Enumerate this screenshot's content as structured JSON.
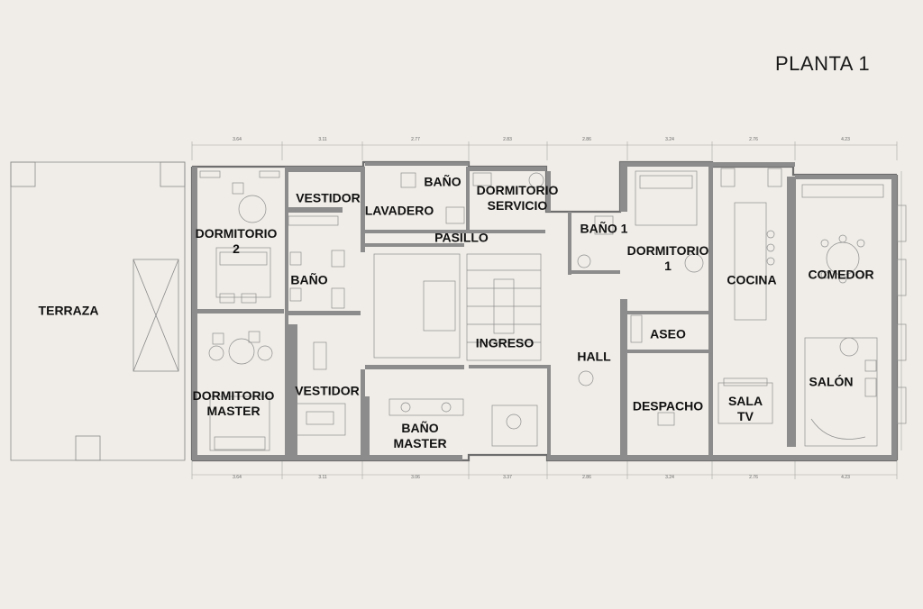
{
  "title": "PLANTA 1",
  "rooms": [
    {
      "name": "TERRAZA"
    },
    {
      "name": "DORMITORIO\n2"
    },
    {
      "name": "DORMITORIO\nMASTER"
    },
    {
      "name": "VESTIDOR"
    },
    {
      "name": "BAÑO"
    },
    {
      "name": "VESTIDOR"
    },
    {
      "name": "LAVADERO"
    },
    {
      "name": "BAÑO"
    },
    {
      "name": "PASILLO"
    },
    {
      "name": "DORMITORIO\nSERVICIO"
    },
    {
      "name": "BAÑO\nMASTER"
    },
    {
      "name": "INGRESO"
    },
    {
      "name": "BAÑO 1"
    },
    {
      "name": "HALL"
    },
    {
      "name": "DORMITORIO\n1"
    },
    {
      "name": "ASEO"
    },
    {
      "name": "DESPACHO"
    },
    {
      "name": "COCINA"
    },
    {
      "name": "SALA\nTV"
    },
    {
      "name": "COMEDOR"
    },
    {
      "name": "SALÓN"
    }
  ],
  "dimensions": {
    "top": [
      "3.64",
      "3.11",
      "2.77",
      "2.83",
      "2.86",
      "3.24",
      "2.76",
      "4.23"
    ],
    "bottom": [
      "3.64",
      "3.11",
      "3.06",
      "3.37",
      "2.86",
      "3.24",
      "2.76",
      "4.23"
    ]
  },
  "colors": {
    "background": "#f0ede8",
    "wall": "#777777",
    "line": "#9a9a9a",
    "text": "#111111"
  }
}
